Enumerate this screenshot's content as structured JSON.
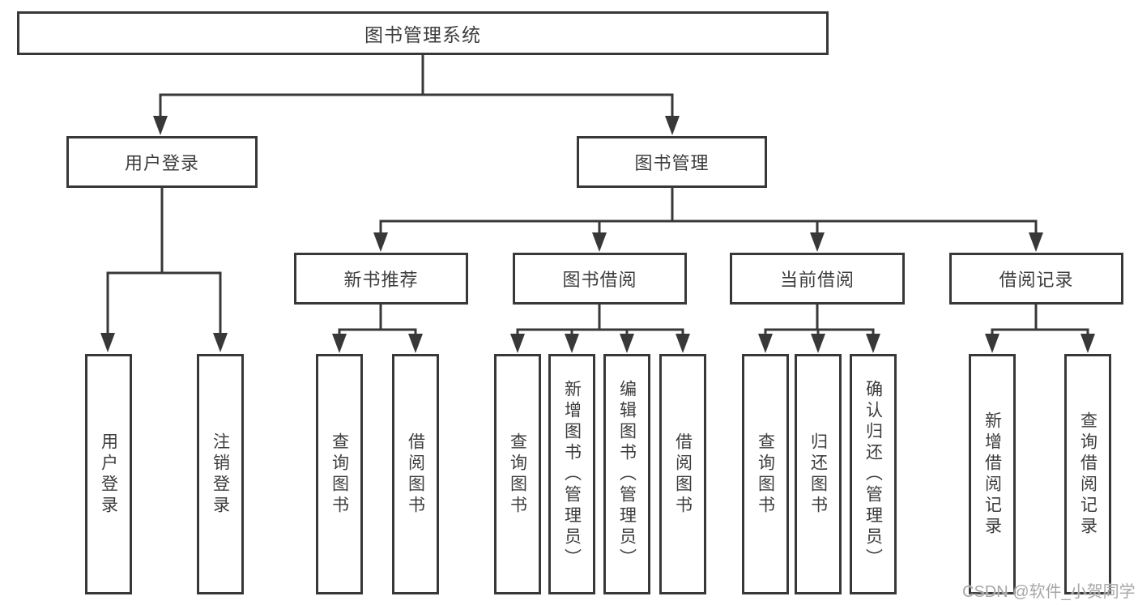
{
  "tree": {
    "root": {
      "label": "图书管理系统"
    },
    "branches": [
      {
        "label": "用户登录",
        "children": [
          {
            "label": "用户登录"
          },
          {
            "label": "注销登录"
          }
        ]
      },
      {
        "label": "图书管理",
        "groups": [
          {
            "label": "新书推荐",
            "children": [
              {
                "label": "查询图书"
              },
              {
                "label": "借阅图书"
              }
            ]
          },
          {
            "label": "图书借阅",
            "children": [
              {
                "label": "查询图书"
              },
              {
                "label": "新增图书（管理员）"
              },
              {
                "label": "编辑图书（管理员）"
              },
              {
                "label": "借阅图书"
              }
            ]
          },
          {
            "label": "当前借阅",
            "children": [
              {
                "label": "查询图书"
              },
              {
                "label": "归还图书"
              },
              {
                "label": "确认归还（管理员）"
              }
            ]
          },
          {
            "label": "借阅记录",
            "children": [
              {
                "label": "新增借阅记录"
              },
              {
                "label": "查询借阅记录"
              }
            ]
          }
        ]
      }
    ]
  },
  "watermark": {
    "text": "CSDN @软件_小贺同学"
  },
  "colors": {
    "line": "#383838",
    "box_border": "#383838",
    "box_fill": "#ffffff",
    "text": "#3d3d3d",
    "watermark": "#a7a7a7",
    "background": "#ffffff"
  }
}
